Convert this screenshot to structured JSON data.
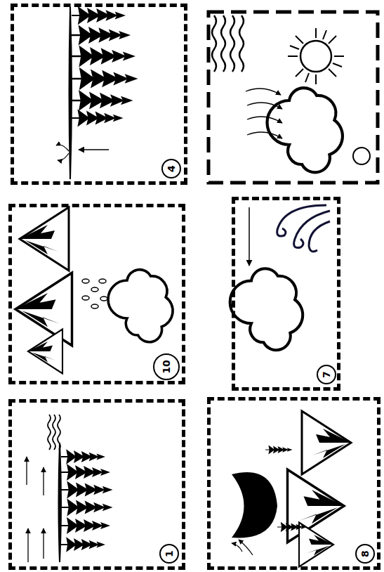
{
  "diagram": {
    "nodes": [
      {
        "text": [
          "4"
        ]
      },
      {
        "text": [
          "10"
        ]
      },
      {
        "text": [
          "7"
        ]
      },
      {
        "text": [
          "1"
        ]
      },
      {
        "text": [
          "8"
        ]
      }
    ]
  }
}
